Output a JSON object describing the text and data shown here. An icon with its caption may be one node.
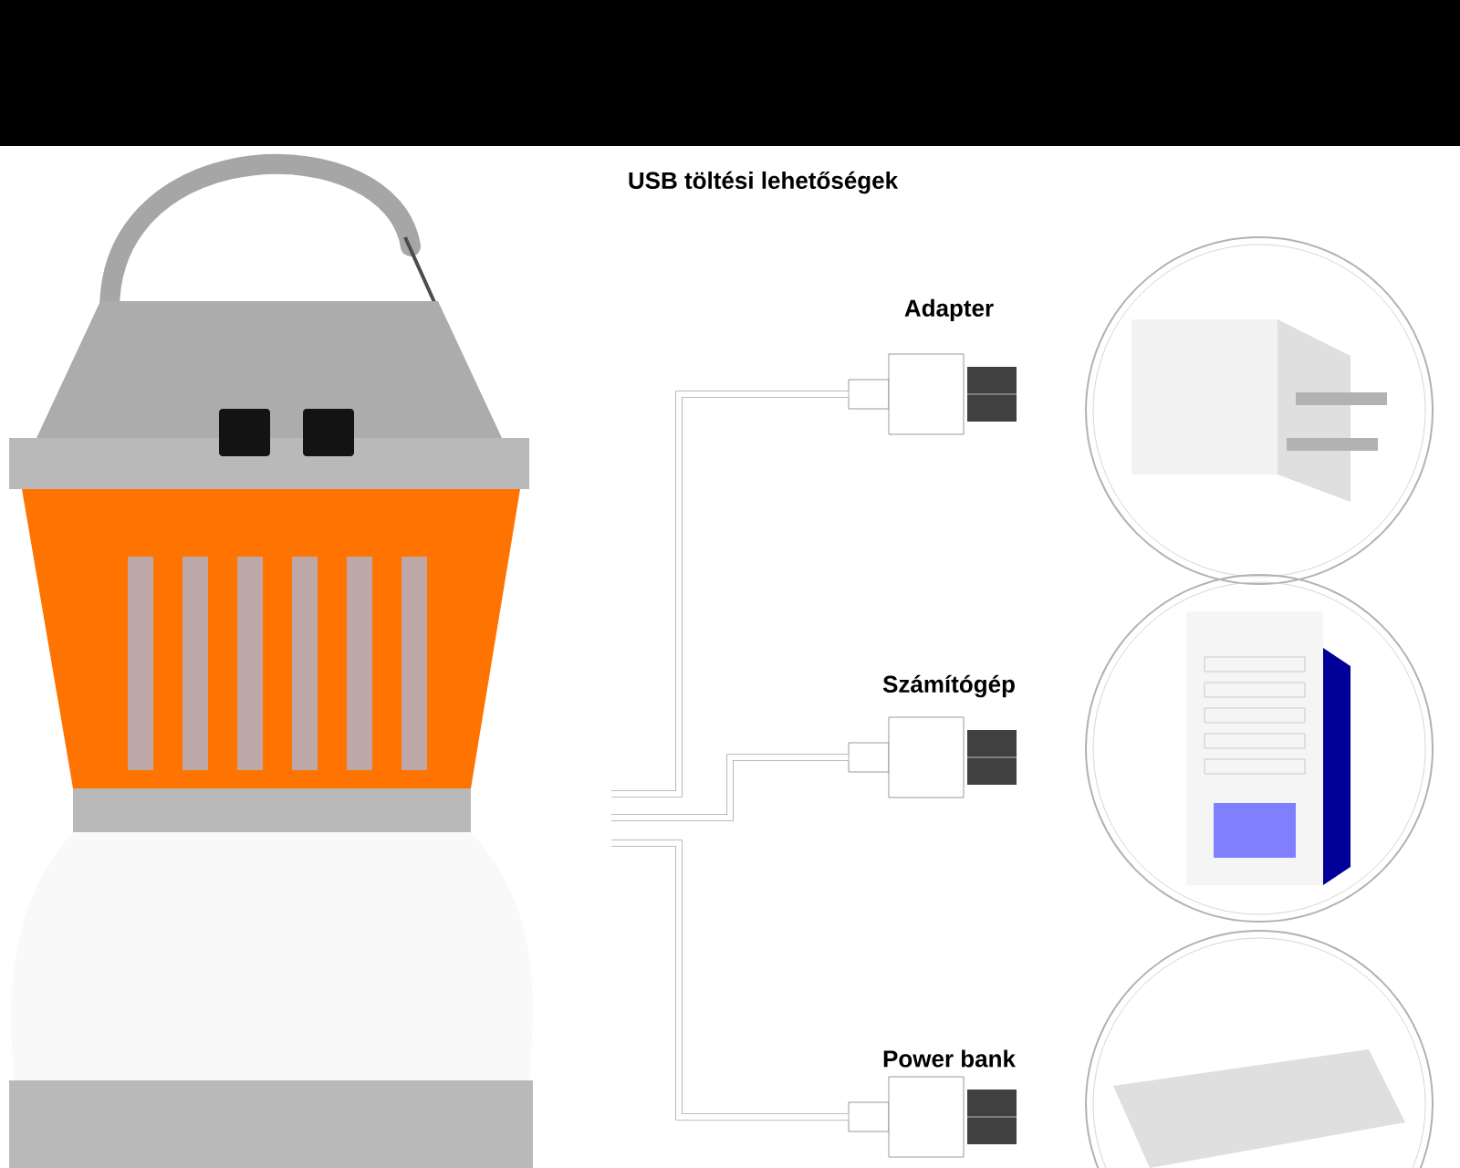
{
  "diagram": {
    "title": "USB töltési lehetőségek",
    "nodes": [
      {
        "text": [],
        "shape": "picture"
      },
      {
        "text": [
          "Adapter"
        ]
      },
      {
        "text": [
          "Számítógép"
        ]
      },
      {
        "text": [
          "Power bank"
        ]
      },
      {
        "text": [],
        "shape": "picture"
      },
      {
        "text": [],
        "shape": "picture"
      },
      {
        "text": [],
        "shape": "picture"
      },
      {
        "text": [],
        "shape": "bar"
      }
    ],
    "edges": [
      {
        "from": null,
        "to": 1,
        "arrow": "none"
      },
      {
        "from": null,
        "to": 2,
        "arrow": "none"
      },
      {
        "from": null,
        "to": 3,
        "arrow": "none"
      }
    ]
  }
}
